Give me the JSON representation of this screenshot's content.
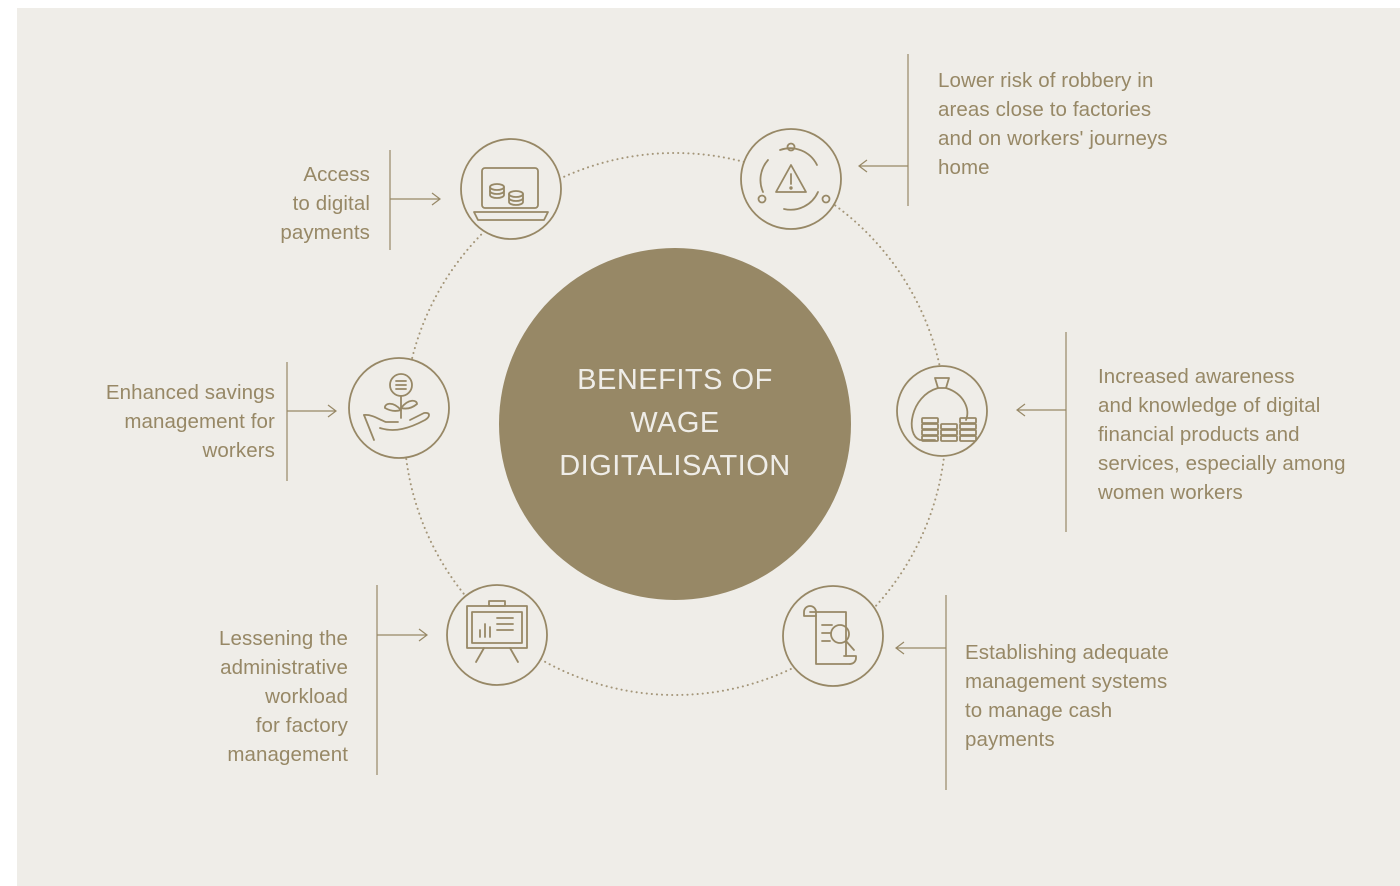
{
  "center": {
    "lines": [
      "BENEFITS OF",
      "WAGE",
      "DIGITALISATION"
    ]
  },
  "benefits": [
    {
      "icon": "laptop-coins-icon",
      "lines": [
        "Access",
        "to digital",
        "payments"
      ]
    },
    {
      "icon": "warning-cycle-icon",
      "lines": [
        "Lower risk of robbery in",
        "areas close to factories",
        "and on workers' journeys",
        "home"
      ]
    },
    {
      "icon": "money-bag-icon",
      "lines": [
        "Increased awareness",
        "and knowledge of digital",
        "financial products and",
        "services, especially among",
        "women workers"
      ]
    },
    {
      "icon": "document-search-icon",
      "lines": [
        "Establishing adequate",
        "management systems",
        "to manage cash",
        "payments"
      ]
    },
    {
      "icon": "presentation-board-icon",
      "lines": [
        "Lessening the",
        "administrative",
        "workload",
        "for factory",
        "management"
      ]
    },
    {
      "icon": "hand-coin-plant-icon",
      "lines": [
        "Enhanced savings",
        "management for",
        "workers"
      ]
    }
  ],
  "colors": {
    "background": "#efede8",
    "accent": "#978866",
    "center_text": "#efede8"
  }
}
